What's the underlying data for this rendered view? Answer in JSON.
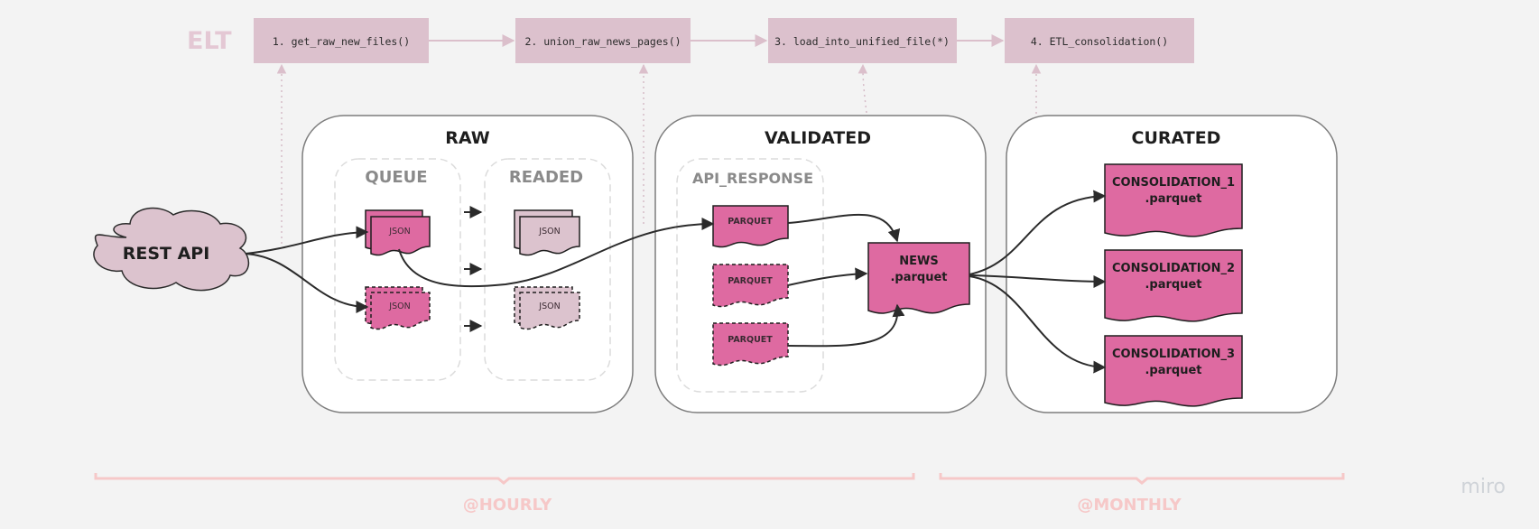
{
  "elt": {
    "label": "ELT",
    "steps": [
      "1. get_raw_new_files()",
      "2. union_raw_news_pages()",
      "3. load_into_unified_file(*)",
      "4. ETL_consolidation()"
    ]
  },
  "zones": {
    "raw": "RAW",
    "validated": "VALIDATED",
    "curated": "CURATED"
  },
  "groups": {
    "queue": "QUEUE",
    "readed": "READED",
    "api_response": "API_RESPONSE"
  },
  "source": {
    "label": "REST API"
  },
  "files": {
    "queue_json_1": "JSON",
    "queue_json_2": "JSON",
    "readed_json_1": "JSON",
    "readed_json_2": "JSON",
    "parquet_1": "PARQUET",
    "parquet_2": "PARQUET",
    "parquet_3": "PARQUET"
  },
  "news": {
    "line1": "NEWS",
    "line2": ".parquet"
  },
  "consolidations": [
    {
      "line1": "CONSOLIDATION_1",
      "line2": ".parquet"
    },
    {
      "line1": "CONSOLIDATION_2",
      "line2": ".parquet"
    },
    {
      "line1": "CONSOLIDATION_3",
      "line2": ".parquet"
    }
  ],
  "schedules": {
    "hourly": "@HOURLY",
    "monthly": "@MONTHLY"
  },
  "brand": "miro",
  "colors": {
    "pink": "#de6aa1",
    "light_pink": "#dcc3ce",
    "step_box": "#dcc1cd",
    "elt_label": "#e4c8d4",
    "schedule": "#f6c8c8",
    "outline": "#1e1e1e"
  }
}
